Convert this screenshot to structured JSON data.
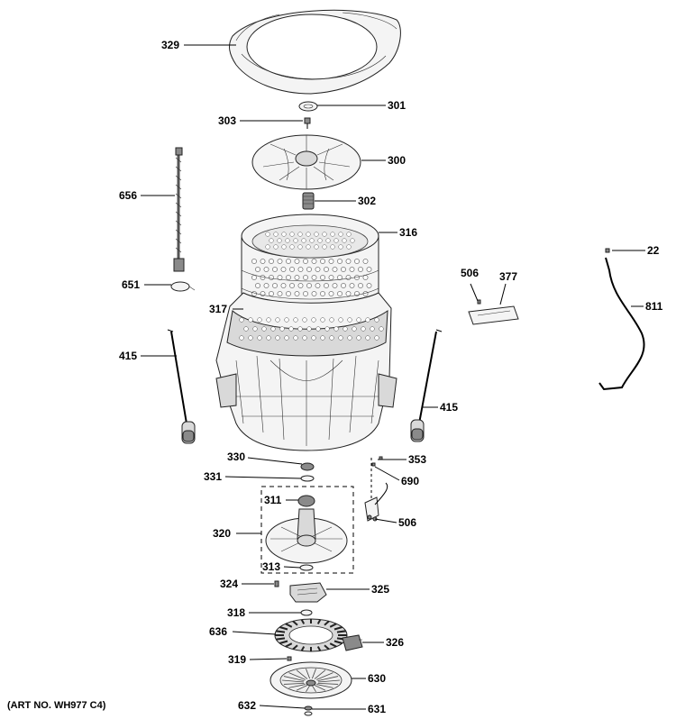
{
  "diagram": {
    "art_number": "(ART NO. WH977 C4)",
    "callouts": {
      "c329": "329",
      "c301": "301",
      "c303": "303",
      "c300": "300",
      "c656": "656",
      "c302": "302",
      "c316": "316",
      "c22": "22",
      "c506a": "506",
      "c377": "377",
      "c651": "651",
      "c811": "811",
      "c317": "317",
      "c415a": "415",
      "c415b": "415",
      "c330": "330",
      "c353": "353",
      "c331": "331",
      "c690": "690",
      "c311": "311",
      "c506b": "506",
      "c320": "320",
      "c313": "313",
      "c324": "324",
      "c325": "325",
      "c318": "318",
      "c636": "636",
      "c326": "326",
      "c319": "319",
      "c630": "630",
      "c632": "632",
      "c631": "631"
    }
  }
}
